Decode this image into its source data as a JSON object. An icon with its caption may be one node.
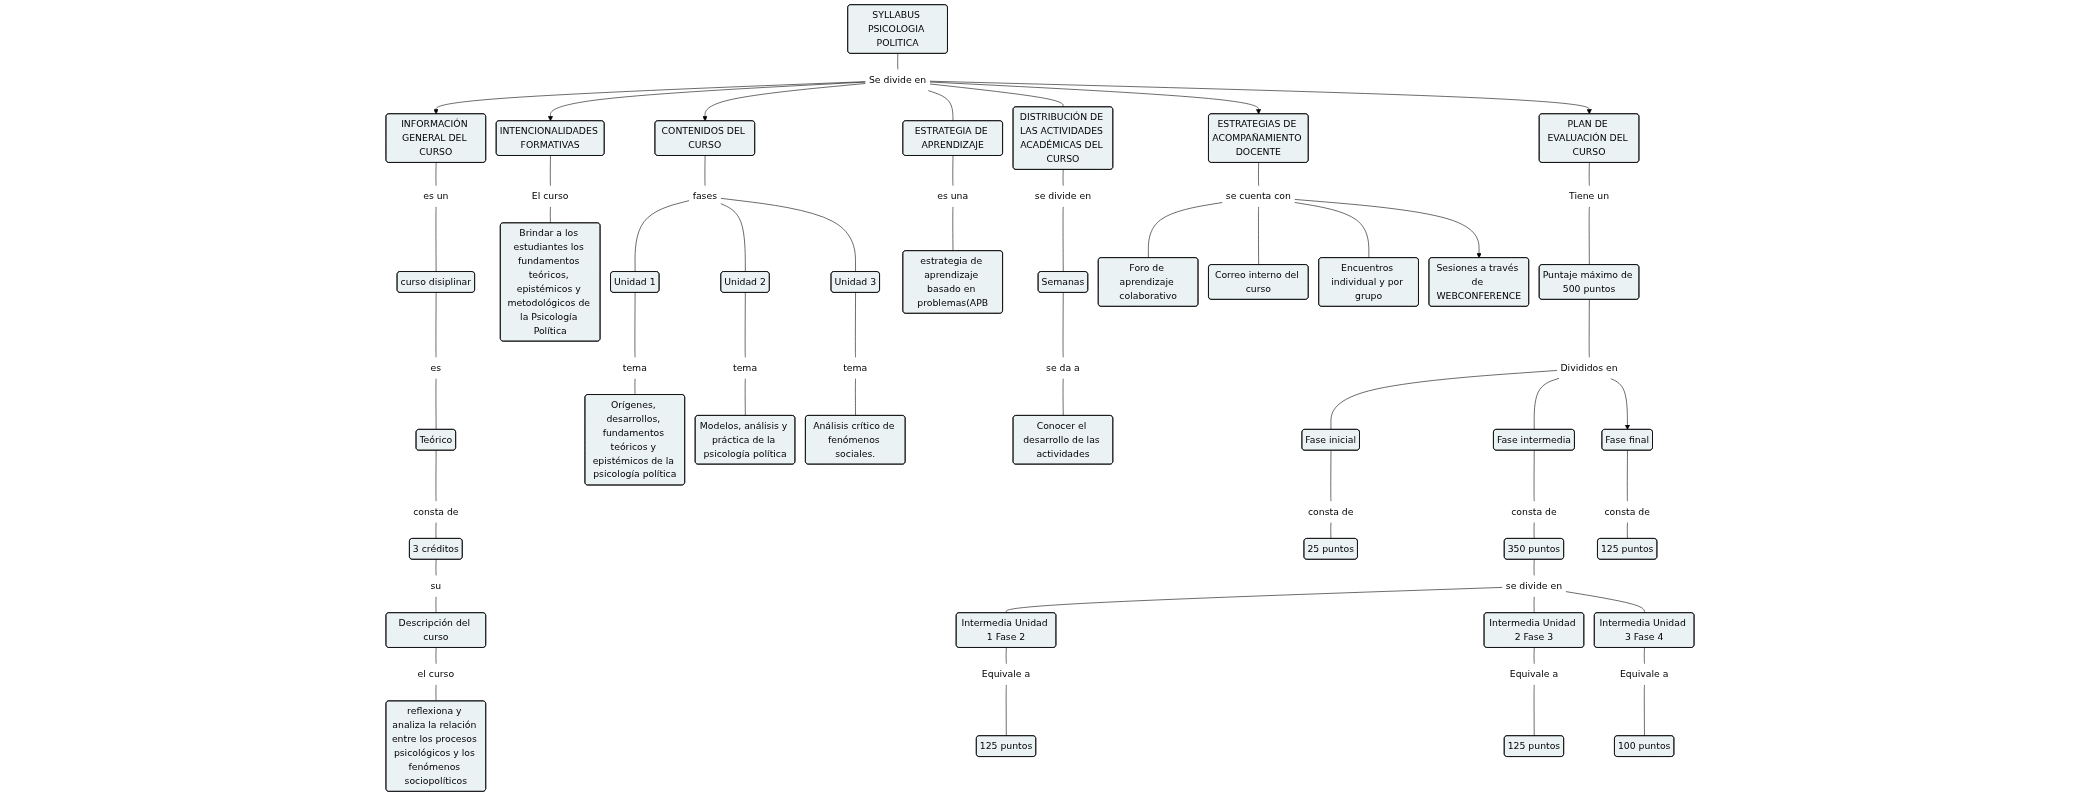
{
  "diagram": {
    "nodes": [
      {
        "text": [
          "SYLLABUS PSICOLOGIA POLITICA"
        ]
      },
      {
        "text": [
          "Se divide en"
        ]
      },
      {
        "text": [
          "INFORMACIÓN GENERAL DEL CURSO"
        ]
      },
      {
        "text": [
          "CONTENIDOS DEL CURSO"
        ]
      },
      {
        "text": [
          "INTENCIONALIDADES FORMATIVAS"
        ]
      },
      {
        "text": [
          "ESTRATEGIA DE APRENDIZAJE"
        ]
      },
      {
        "text": [
          "DISTRIBUCIÓN DE LAS ACTIVIDADES ACADÉMICAS DEL CURSO"
        ]
      },
      {
        "text": [
          "ESTRATEGIAS DE ACOMPAÑAMIENTO DOCENTE"
        ]
      },
      {
        "text": [
          "PLAN DE EVALUACIÓN DEL CURSO"
        ]
      },
      {
        "text": [
          "es un"
        ]
      },
      {
        "text": [
          "curso disiplinar"
        ]
      },
      {
        "text": [
          "es"
        ]
      },
      {
        "text": [
          "Teórico"
        ]
      },
      {
        "text": [
          "consta de"
        ]
      },
      {
        "text": [
          "3 créditos"
        ]
      },
      {
        "text": [
          "su"
        ]
      },
      {
        "text": [
          "Descripción del curso"
        ]
      },
      {
        "text": [
          "el curso"
        ]
      },
      {
        "text": [
          "reflexiona y analiza la relación entre los procesos psicológicos y los fenómenos sociopolíticos"
        ]
      },
      {
        "text": [
          "El curso"
        ]
      },
      {
        "text": [
          "Brindar a los estudiantes los fundamentos teóricos, epistémicos y metodológicos de la Psicología Política"
        ]
      },
      {
        "text": [
          "fases"
        ]
      },
      {
        "text": [
          "Unidad 1"
        ]
      },
      {
        "text": [
          "Unidad 2"
        ]
      },
      {
        "text": [
          "Unidad 3"
        ]
      },
      {
        "text": [
          "tema"
        ]
      },
      {
        "text": [
          "Orígenes, desarrollos, fundamentos teóricos y epistémicos de la psicología política"
        ]
      },
      {
        "text": [
          "tema"
        ]
      },
      {
        "text": [
          "Modelos, análisis y práctica de la psicología política"
        ]
      },
      {
        "text": [
          "tema"
        ]
      },
      {
        "text": [
          "Análisis crítico de fenómenos sociales."
        ]
      },
      {
        "text": [
          "es una"
        ]
      },
      {
        "text": [
          "estrategia de aprendizaje basado en problemas(APB"
        ]
      },
      {
        "text": [
          "se divide en"
        ]
      },
      {
        "text": [
          "Semanas"
        ]
      },
      {
        "text": [
          "se da a"
        ]
      },
      {
        "text": [
          "Conocer el desarrollo de las actividades"
        ]
      },
      {
        "text": [
          "se cuenta con"
        ]
      },
      {
        "text": [
          "Foro de aprendizaje colaborativo"
        ]
      },
      {
        "text": [
          "Correo interno del curso"
        ]
      },
      {
        "text": [
          "Encuentros individual y por grupo"
        ]
      },
      {
        "text": [
          "Sesiones a través de WEBCONFERENCE"
        ]
      },
      {
        "text": [
          "Tiene un"
        ]
      },
      {
        "text": [
          "Puntaje máximo de 500 puntos"
        ]
      },
      {
        "text": [
          "Divididos en"
        ]
      },
      {
        "text": [
          "Fase inicial"
        ]
      },
      {
        "text": [
          "Fase intermedia"
        ]
      },
      {
        "text": [
          "Fase final"
        ]
      },
      {
        "text": [
          "consta de"
        ]
      },
      {
        "text": [
          "25 puntos"
        ]
      },
      {
        "text": [
          "consta de"
        ]
      },
      {
        "text": [
          "350 puntos"
        ]
      },
      {
        "text": [
          "consta de"
        ]
      },
      {
        "text": [
          "125 puntos"
        ]
      },
      {
        "text": [
          "se divide en"
        ]
      },
      {
        "text": [
          "Intermedia Unidad 1 Fase 2"
        ]
      },
      {
        "text": [
          "Intermedia Unidad 2 Fase 3"
        ]
      },
      {
        "text": [
          "Intermedia Unidad 3 Fase 4"
        ]
      },
      {
        "text": [
          "Equivale a"
        ]
      },
      {
        "text": [
          "125 puntos"
        ]
      },
      {
        "text": [
          "Equivale a"
        ]
      },
      {
        "text": [
          "125 puntos"
        ]
      },
      {
        "text": [
          "Equivale a"
        ]
      },
      {
        "text": [
          "100 puntos"
        ]
      }
    ],
    "edges": [
      {
        "from": 0,
        "to": 1,
        "arrow": "none"
      },
      {
        "from": 1,
        "to": 2,
        "arrow": "to"
      },
      {
        "from": 1,
        "to": 3,
        "arrow": "to"
      },
      {
        "from": 1,
        "to": 4,
        "arrow": "to"
      },
      {
        "from": 1,
        "to": 5,
        "arrow": "none"
      },
      {
        "from": 1,
        "to": 6,
        "arrow": "none"
      },
      {
        "from": 1,
        "to": 7,
        "arrow": "to"
      },
      {
        "from": 1,
        "to": 8,
        "arrow": "to"
      },
      {
        "from": 2,
        "to": 9,
        "arrow": "none"
      },
      {
        "from": 9,
        "to": 10,
        "arrow": "none"
      },
      {
        "from": 10,
        "to": 11,
        "arrow": "none"
      },
      {
        "from": 11,
        "to": 12,
        "arrow": "none"
      },
      {
        "from": 12,
        "to": 13,
        "arrow": "none"
      },
      {
        "from": 13,
        "to": 14,
        "arrow": "none"
      },
      {
        "from": 14,
        "to": 15,
        "arrow": "none"
      },
      {
        "from": 15,
        "to": 16,
        "arrow": "none"
      },
      {
        "from": 16,
        "to": 17,
        "arrow": "none"
      },
      {
        "from": 17,
        "to": 18,
        "arrow": "none"
      },
      {
        "from": 4,
        "to": 19,
        "arrow": "none"
      },
      {
        "from": 19,
        "to": 20,
        "arrow": "none"
      },
      {
        "from": 3,
        "to": 21,
        "arrow": "none"
      },
      {
        "from": 21,
        "to": 22,
        "arrow": "none"
      },
      {
        "from": 21,
        "to": 23,
        "arrow": "none"
      },
      {
        "from": 21,
        "to": 24,
        "arrow": "none"
      },
      {
        "from": 22,
        "to": 25,
        "arrow": "none"
      },
      {
        "from": 25,
        "to": 26,
        "arrow": "none"
      },
      {
        "from": 23,
        "to": 27,
        "arrow": "none"
      },
      {
        "from": 27,
        "to": 28,
        "arrow": "none"
      },
      {
        "from": 24,
        "to": 29,
        "arrow": "none"
      },
      {
        "from": 29,
        "to": 30,
        "arrow": "none"
      },
      {
        "from": 5,
        "to": 31,
        "arrow": "none"
      },
      {
        "from": 31,
        "to": 32,
        "arrow": "none"
      },
      {
        "from": 6,
        "to": 33,
        "arrow": "none"
      },
      {
        "from": 33,
        "to": 34,
        "arrow": "none"
      },
      {
        "from": 34,
        "to": 35,
        "arrow": "none"
      },
      {
        "from": 35,
        "to": 36,
        "arrow": "none"
      },
      {
        "from": 7,
        "to": 37,
        "arrow": "none"
      },
      {
        "from": 37,
        "to": 38,
        "arrow": "none"
      },
      {
        "from": 37,
        "to": 39,
        "arrow": "none"
      },
      {
        "from": 37,
        "to": 40,
        "arrow": "none"
      },
      {
        "from": 37,
        "to": 41,
        "arrow": "to"
      },
      {
        "from": 8,
        "to": 42,
        "arrow": "none"
      },
      {
        "from": 42,
        "to": 43,
        "arrow": "none"
      },
      {
        "from": 43,
        "to": 44,
        "arrow": "none"
      },
      {
        "from": 44,
        "to": 45,
        "arrow": "none"
      },
      {
        "from": 44,
        "to": 46,
        "arrow": "none"
      },
      {
        "from": 44,
        "to": 47,
        "arrow": "to"
      },
      {
        "from": 45,
        "to": 48,
        "arrow": "none"
      },
      {
        "from": 48,
        "to": 49,
        "arrow": "none"
      },
      {
        "from": 46,
        "to": 50,
        "arrow": "none"
      },
      {
        "from": 50,
        "to": 51,
        "arrow": "none"
      },
      {
        "from": 47,
        "to": 52,
        "arrow": "none"
      },
      {
        "from": 52,
        "to": 53,
        "arrow": "none"
      },
      {
        "from": 51,
        "to": 54,
        "arrow": "none"
      },
      {
        "from": 54,
        "to": 55,
        "arrow": "none"
      },
      {
        "from": 54,
        "to": 56,
        "arrow": "none"
      },
      {
        "from": 54,
        "to": 57,
        "arrow": "none"
      },
      {
        "from": 55,
        "to": 58,
        "arrow": "none"
      },
      {
        "from": 58,
        "to": 59,
        "arrow": "none"
      },
      {
        "from": 56,
        "to": 60,
        "arrow": "none"
      },
      {
        "from": 60,
        "to": 61,
        "arrow": "none"
      },
      {
        "from": 57,
        "to": 62,
        "arrow": "none"
      },
      {
        "from": 62,
        "to": 63,
        "arrow": "none"
      }
    ]
  }
}
